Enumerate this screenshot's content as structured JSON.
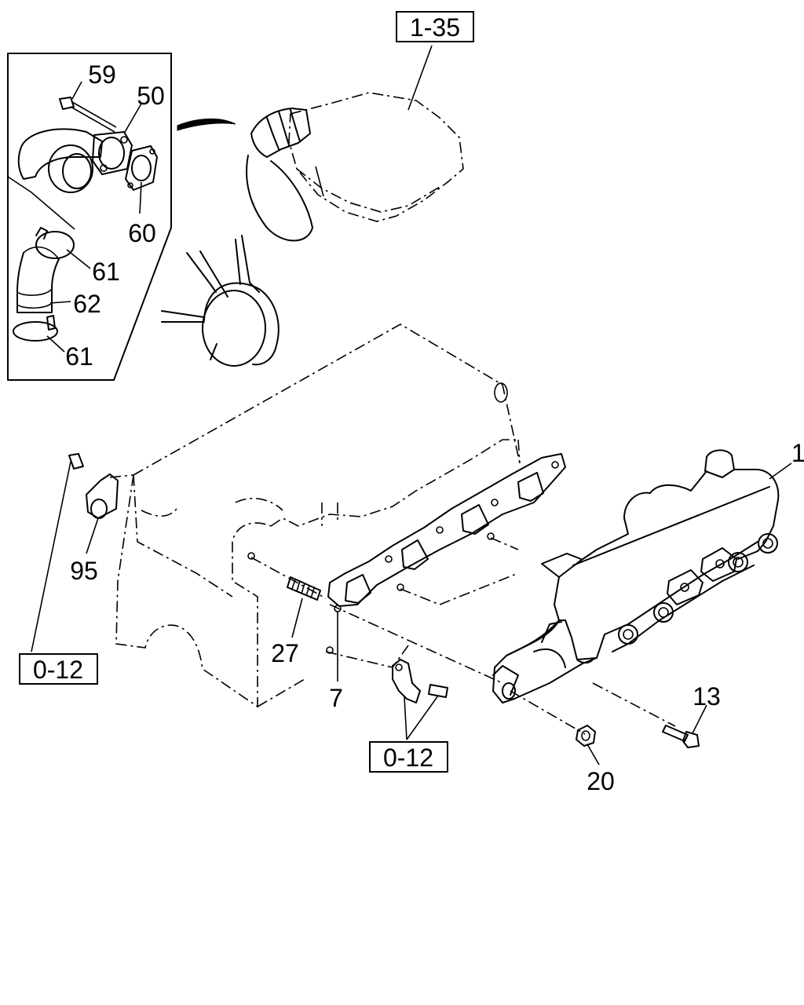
{
  "refs": {
    "r1": "1-35",
    "r2": "0-12",
    "r3": "0-12"
  },
  "labels": {
    "p59": "59",
    "p50": "50",
    "p60": "60",
    "p61a": "61",
    "p62": "62",
    "p61b": "61",
    "p1": "1",
    "p95": "95",
    "p27": "27",
    "p7": "7",
    "p13": "13",
    "p20": "20"
  }
}
